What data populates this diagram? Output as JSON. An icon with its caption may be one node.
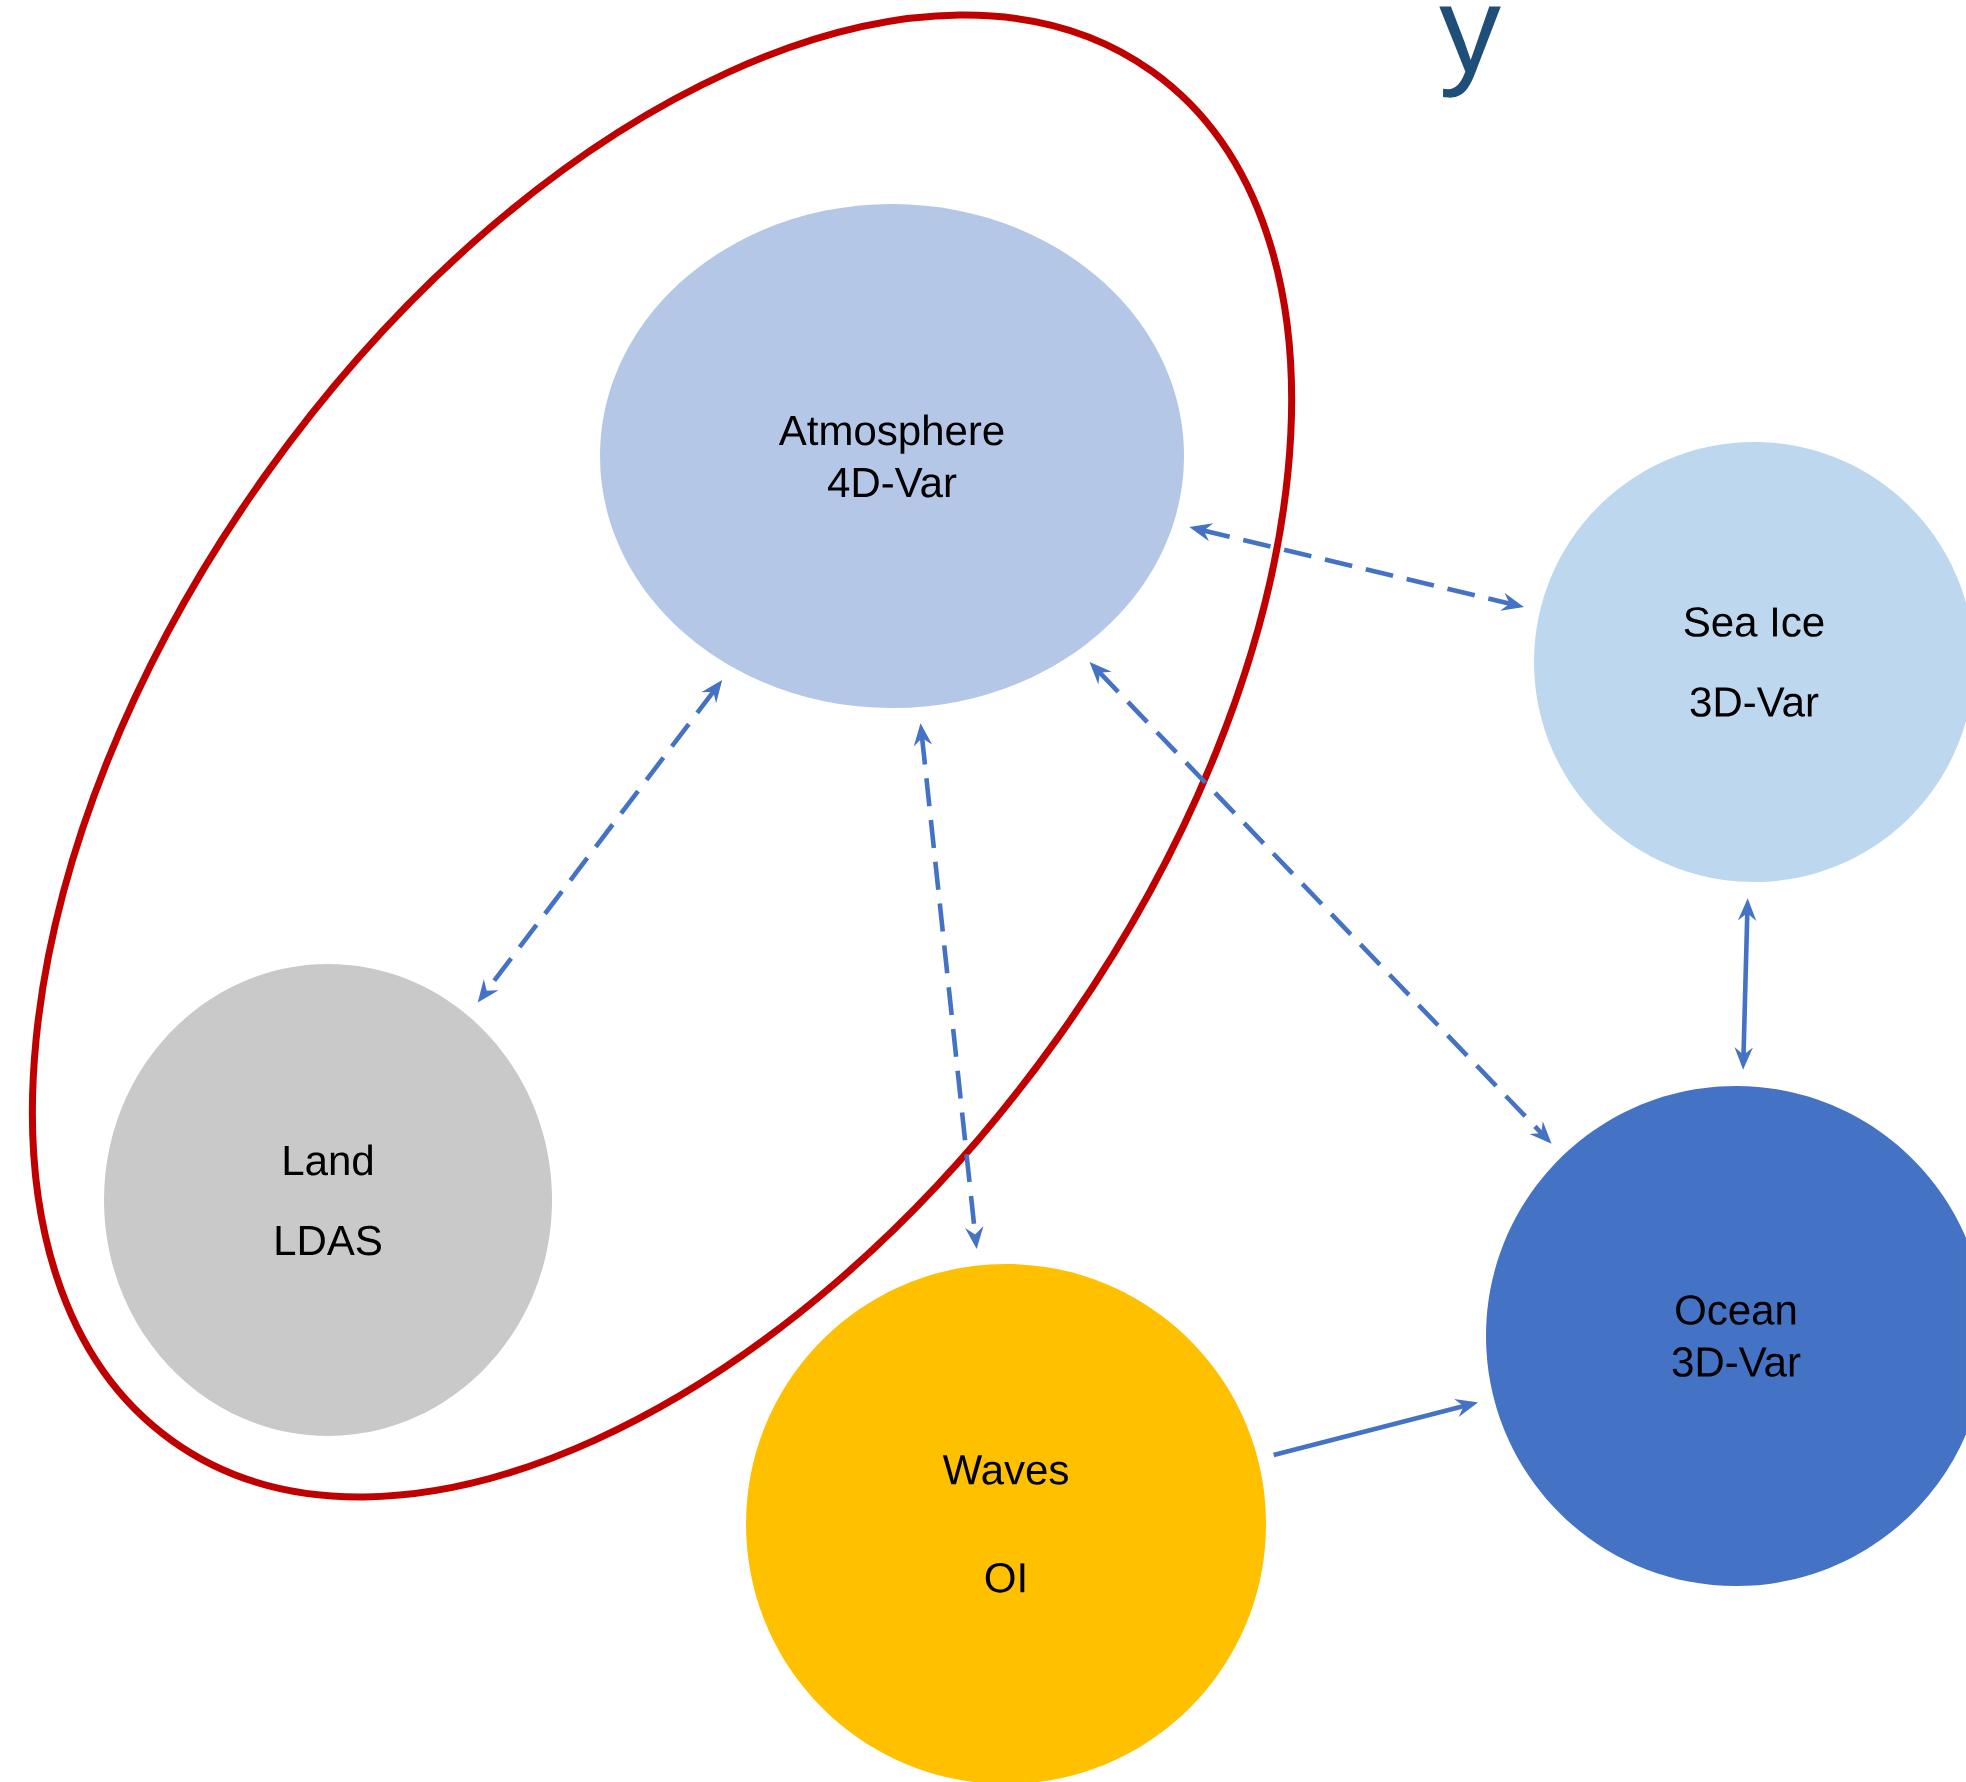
{
  "diagram": {
    "nodes": [
      {
        "text": [],
        "shape": "ellipse"
      },
      {
        "text": [
          "Atmosphere",
          "4D-Var"
        ],
        "in": 0
      },
      {
        "text": [
          "Sea Ice",
          "3D-Var"
        ]
      },
      {
        "text": [
          "Land",
          "LDAS"
        ],
        "in": 0
      },
      {
        "text": [
          "Waves",
          "OI"
        ]
      },
      {
        "text": [
          "Ocean",
          "3D-Var"
        ]
      }
    ],
    "edges": [
      {
        "from": 1,
        "to": 2,
        "arrow": "both",
        "style": "dashed"
      },
      {
        "from": 1,
        "to": 3,
        "arrow": "both",
        "style": "dashed"
      },
      {
        "from": 1,
        "to": 4,
        "arrow": "both",
        "style": "dashed"
      },
      {
        "from": 1,
        "to": 5,
        "arrow": "both",
        "style": "dashed"
      },
      {
        "from": 2,
        "to": 5,
        "arrow": "both"
      },
      {
        "from": 4,
        "to": 5,
        "arrow": "to"
      }
    ],
    "labels": [
      "y"
    ]
  }
}
